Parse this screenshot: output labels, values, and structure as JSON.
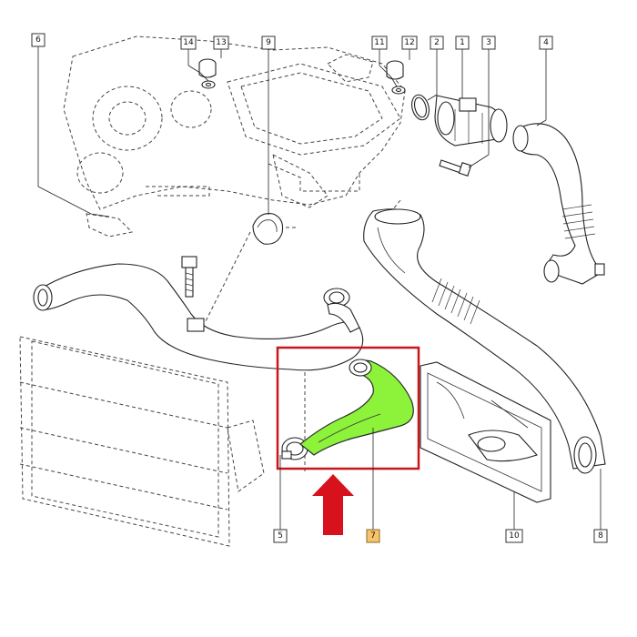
{
  "callouts": {
    "c1": "1",
    "c2": "2",
    "c3": "3",
    "c4": "4",
    "c5": "5",
    "c6": "6",
    "c7": "7",
    "c8": "8",
    "c9": "9",
    "c10": "10",
    "c11": "11",
    "c12": "12",
    "c13": "13",
    "c14": "14"
  },
  "colors": {
    "highlight_hose": "#8cf23a",
    "highlight_box": "#c8161d",
    "arrow": "#d7121c",
    "highlighted_label": "#f7c46b"
  },
  "highlighted_part": "7"
}
